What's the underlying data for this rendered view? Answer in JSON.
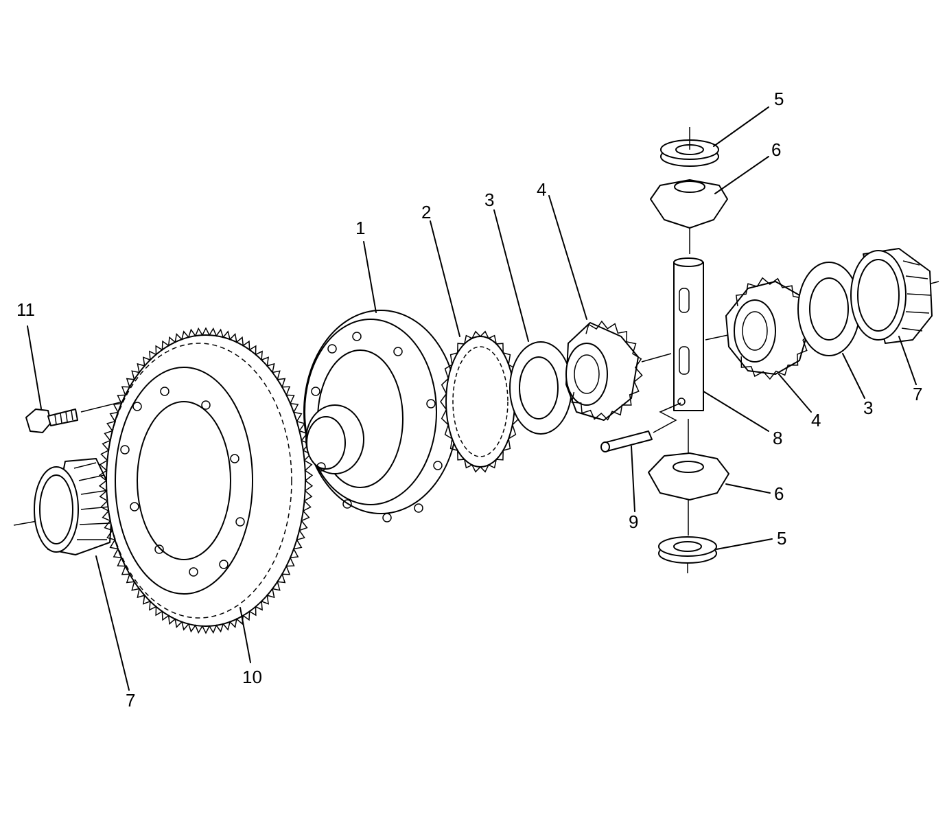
{
  "callouts": [
    {
      "id": "c1",
      "label": "1",
      "part": "differential-case"
    },
    {
      "id": "c2",
      "label": "2",
      "part": "speed-sensor-rotor"
    },
    {
      "id": "c3a",
      "label": "3",
      "part": "side-gear-thrust-washer"
    },
    {
      "id": "c3b",
      "label": "3",
      "part": "side-gear-thrust-washer"
    },
    {
      "id": "c4a",
      "label": "4",
      "part": "side-gear"
    },
    {
      "id": "c4b",
      "label": "4",
      "part": "side-gear"
    },
    {
      "id": "c5a",
      "label": "5",
      "part": "pinion-gear-thrust-washer"
    },
    {
      "id": "c5b",
      "label": "5",
      "part": "pinion-gear-thrust-washer"
    },
    {
      "id": "c6a",
      "label": "6",
      "part": "pinion-gear"
    },
    {
      "id": "c6b",
      "label": "6",
      "part": "pinion-gear"
    },
    {
      "id": "c7a",
      "label": "7",
      "part": "tapered-roller-bearing"
    },
    {
      "id": "c7b",
      "label": "7",
      "part": "tapered-roller-bearing"
    },
    {
      "id": "c8",
      "label": "8",
      "part": "pinion-shaft"
    },
    {
      "id": "c9",
      "label": "9",
      "part": "pinion-shaft-pin"
    },
    {
      "id": "c10",
      "label": "10",
      "part": "ring-gear"
    },
    {
      "id": "c11",
      "label": "11",
      "part": "ring-gear-bolt"
    }
  ]
}
